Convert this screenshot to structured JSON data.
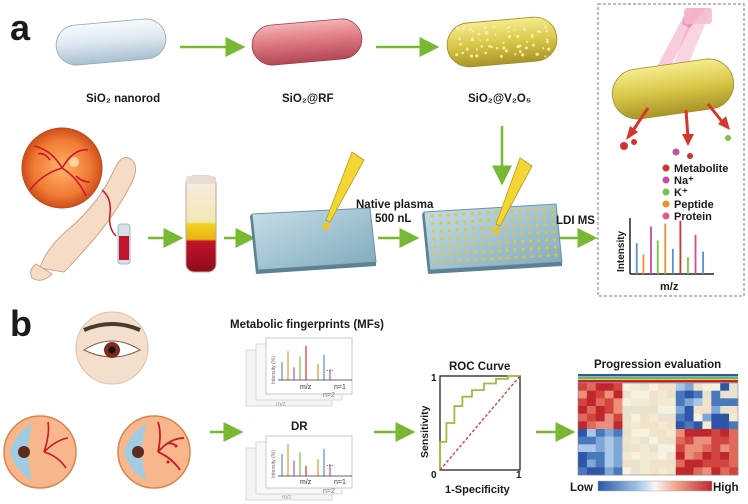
{
  "panel_a": {
    "letter": "a",
    "nanorod_label": "SiO₂ nanorod",
    "rf_label": "SiO₂@RF",
    "v2o5_label": "SiO₂@V₂O₅",
    "plasma_label_line1": "Native plasma",
    "plasma_label_line2": "500 nL",
    "ldi_label": "LDI MS",
    "legend": [
      "Metabolite",
      "Na⁺",
      "K⁺",
      "Peptide",
      "Protein"
    ],
    "legend_colors": [
      "#d0342c",
      "#c94da0",
      "#7cc242",
      "#e9912f",
      "#e05a8c"
    ],
    "spectrum_ylabel": "Intensity",
    "spectrum_xlabel": "m/z",
    "spectrum_peaks": [
      {
        "x": 0.08,
        "h": 0.55,
        "color": "#5b8dd6"
      },
      {
        "x": 0.16,
        "h": 0.35,
        "color": "#e9912f"
      },
      {
        "x": 0.25,
        "h": 0.85,
        "color": "#c94da0"
      },
      {
        "x": 0.33,
        "h": 0.6,
        "color": "#7cc242"
      },
      {
        "x": 0.42,
        "h": 0.9,
        "color": "#e9912f"
      },
      {
        "x": 0.51,
        "h": 0.45,
        "color": "#5b8dd6"
      },
      {
        "x": 0.6,
        "h": 0.95,
        "color": "#d0342c"
      },
      {
        "x": 0.69,
        "h": 0.3,
        "color": "#7cc242"
      },
      {
        "x": 0.78,
        "h": 0.7,
        "color": "#c94da0"
      },
      {
        "x": 0.87,
        "h": 0.4,
        "color": "#5b8dd6"
      }
    ]
  },
  "panel_b": {
    "letter": "b",
    "mf_title": "Metabolic fingerprints (MFs)",
    "dr_title": "DR",
    "stack_ylabel": "Intensity (%)",
    "stack_xlabel": "m/z",
    "stack_n1": "n=1",
    "stack_n2": "n=2",
    "stack_ellipsis": "...",
    "roc_title": "ROC Curve",
    "roc_ylabel": "Sensitivity",
    "roc_xlabel": "1-Specificity",
    "roc_tick_0": "0",
    "roc_tick_1": "1",
    "roc_ytick_1": "1",
    "heatmap_title": "Progression evaluation",
    "heatmap_low": "Low",
    "heatmap_high": "High"
  },
  "chart_data": {
    "type": "line",
    "title": "ROC Curve",
    "xlabel": "1-Specificity",
    "ylabel": "Sensitivity",
    "xlim": [
      0,
      1
    ],
    "ylim": [
      0,
      1
    ],
    "series": [
      {
        "x": [
          0,
          0,
          0.08,
          0.08,
          0.18,
          0.18,
          0.28,
          0.28,
          0.4,
          0.4,
          0.55,
          0.55,
          0.7,
          0.7,
          0.85,
          0.85,
          1
        ],
        "y": [
          0,
          0.3,
          0.3,
          0.5,
          0.5,
          0.68,
          0.68,
          0.78,
          0.78,
          0.85,
          0.85,
          0.92,
          0.92,
          0.97,
          0.97,
          1,
          1
        ]
      },
      {
        "x": [
          0,
          1
        ],
        "y": [
          0,
          1
        ]
      }
    ]
  }
}
